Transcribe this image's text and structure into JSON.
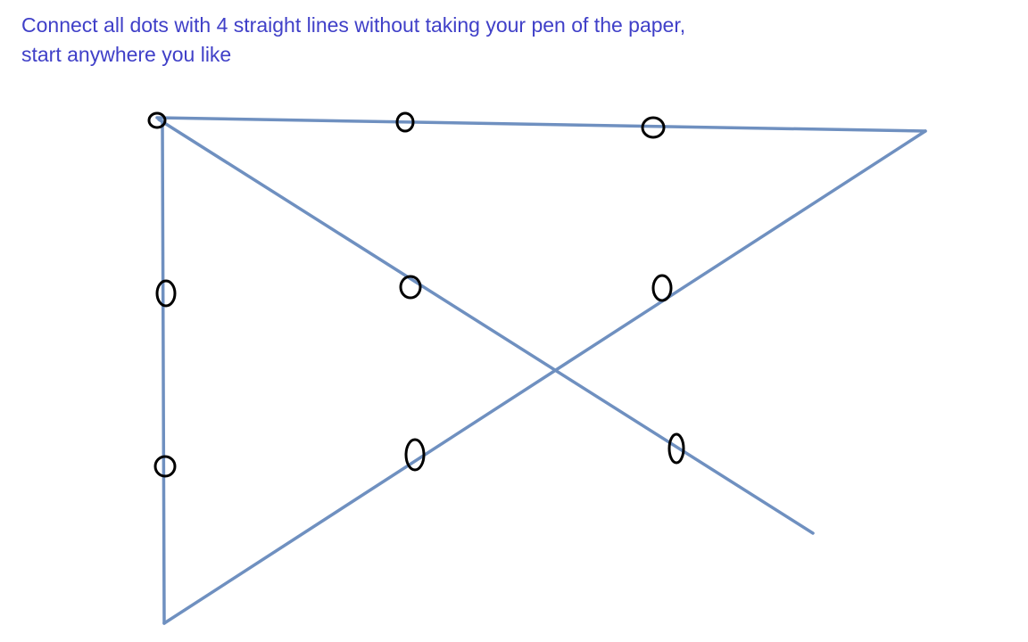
{
  "instructions": {
    "line1": "Connect all dots with 4 straight lines without taking your pen of the paper,",
    "line2": "start anywhere you like"
  },
  "colors": {
    "text": "#4040c8",
    "line": "#6f90c0",
    "dot": "#000000",
    "background": "#ffffff"
  },
  "puzzle": {
    "dot_count": 9,
    "line_count": 4
  }
}
